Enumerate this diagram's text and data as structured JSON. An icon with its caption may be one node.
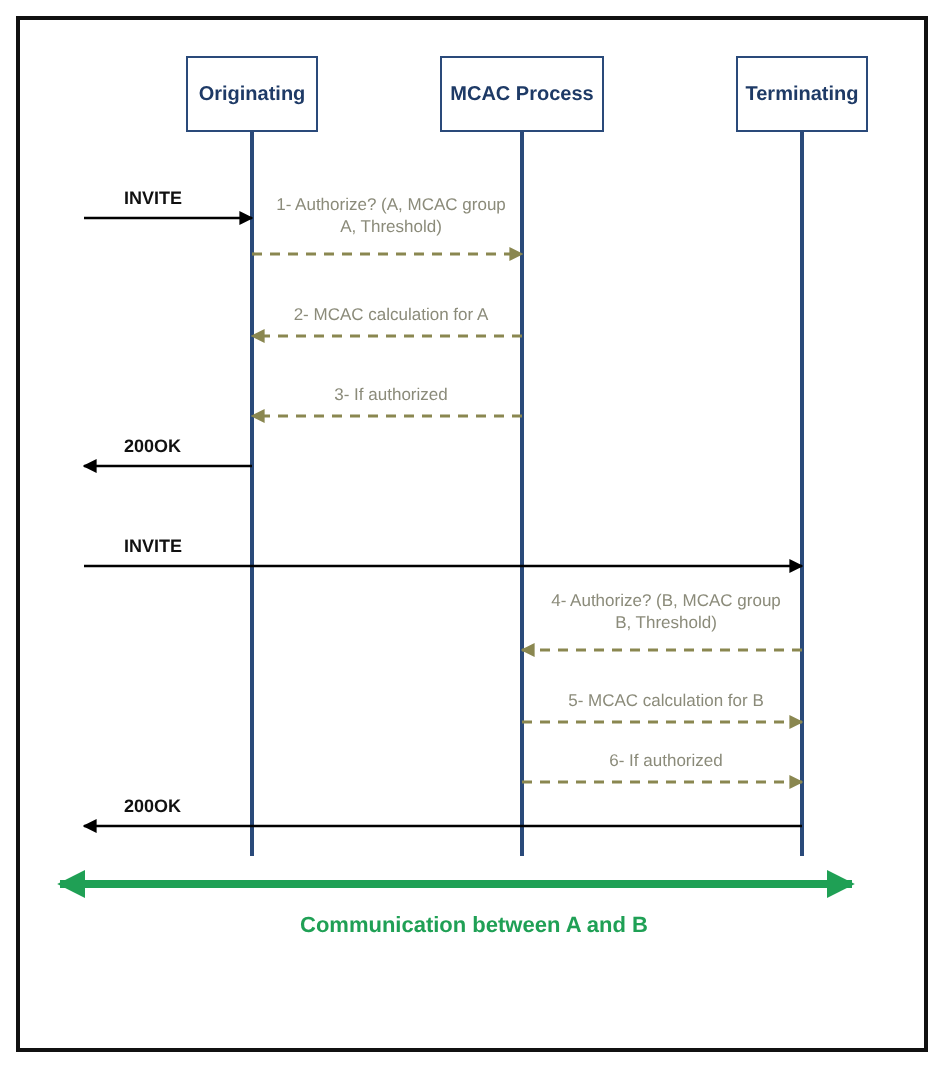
{
  "diagram": {
    "nodes": [
      {
        "text": [
          "Originating"
        ]
      },
      {
        "text": [
          "MCAC Process"
        ]
      },
      {
        "text": [
          "Terminating"
        ]
      }
    ],
    "edges": [
      {
        "from": null,
        "to": 0,
        "arrow": "to",
        "label": "INVITE",
        "color": "#000000"
      },
      {
        "from": 0,
        "to": 1,
        "arrow": "to",
        "label": "1- Authorize? (A, MCAC group A, Threshold)",
        "style": "dashed"
      },
      {
        "from": 1,
        "to": 0,
        "arrow": "to",
        "label": "2- MCAC calculation for A",
        "style": "dashed"
      },
      {
        "from": 1,
        "to": 0,
        "arrow": "to",
        "label": "3- If authorized",
        "style": "dashed"
      },
      {
        "from": 0,
        "to": null,
        "arrow": "to",
        "label": "200OK",
        "color": "#000000"
      },
      {
        "from": null,
        "to": 2,
        "arrow": "to",
        "label": "INVITE",
        "color": "#000000"
      },
      {
        "from": 2,
        "to": 1,
        "arrow": "to",
        "label": "4- Authorize? (B, MCAC group B, Threshold)",
        "style": "dashed"
      },
      {
        "from": 1,
        "to": 2,
        "arrow": "to",
        "label": "5- MCAC calculation for B",
        "style": "dashed"
      },
      {
        "from": 1,
        "to": 2,
        "arrow": "to",
        "label": "6- If authorized",
        "style": "dashed"
      },
      {
        "from": 2,
        "to": null,
        "arrow": "to",
        "label": "200OK",
        "color": "#000000"
      }
    ],
    "labels": [
      "Communication between A and B"
    ]
  }
}
